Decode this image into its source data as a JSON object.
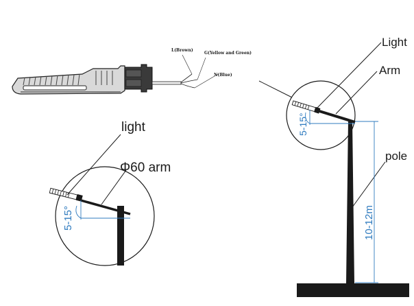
{
  "wires": {
    "live": "L(Brown)",
    "ground": "G(Yellow and Green)",
    "neutral": "N(Blue)"
  },
  "detail_left": {
    "light_label": "light",
    "arm_label": "Φ60 arm",
    "angle_label": "5-15°"
  },
  "detail_right": {
    "light_label": "Light",
    "arm_label": "Arm",
    "angle_label": "5-15°",
    "pole_label": "pole",
    "height_label": "10-12m"
  },
  "colors": {
    "ink": "#1a1a1a",
    "dimension": "#2f7bbf"
  }
}
